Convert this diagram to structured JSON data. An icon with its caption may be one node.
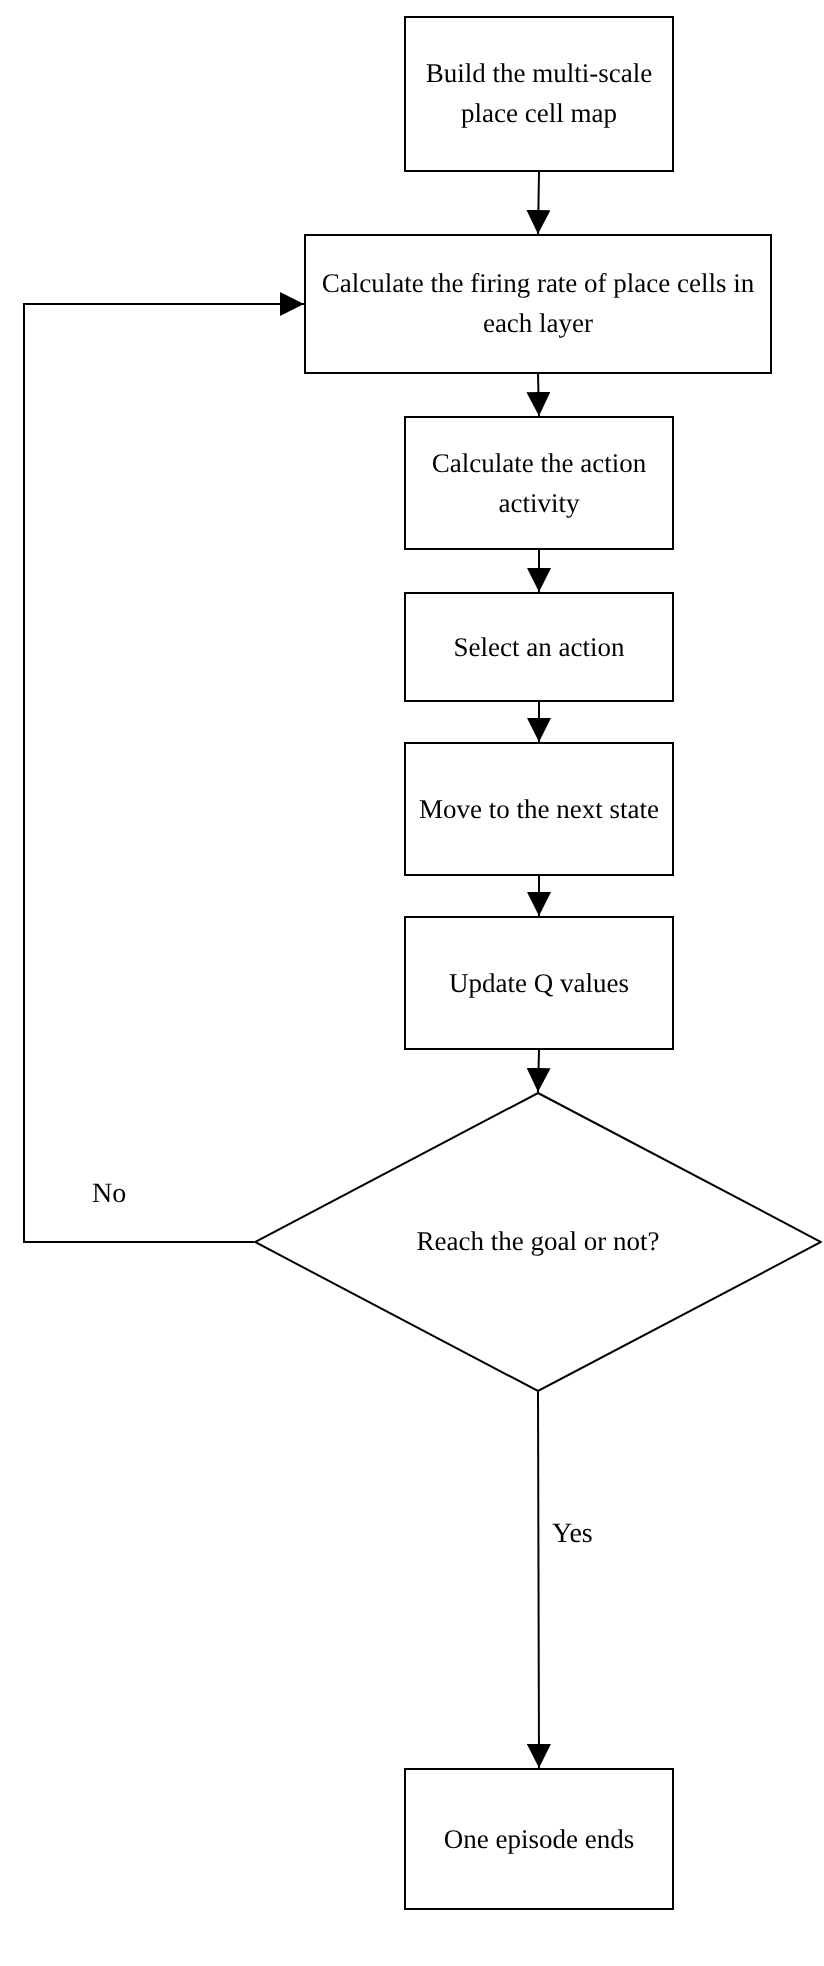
{
  "diagram": {
    "nodes": [
      {
        "text": [
          "Build the multi-scale place cell map"
        ]
      },
      {
        "text": [
          "Calculate the firing rate of place cells in each layer"
        ]
      },
      {
        "text": [
          "Calculate the action activity"
        ]
      },
      {
        "text": [
          "Select an action"
        ]
      },
      {
        "text": [
          "Move to the next state"
        ]
      },
      {
        "text": [
          "Update Q values"
        ]
      },
      {
        "text": [
          "Reach the goal or not?"
        ]
      },
      {
        "text": [
          "One episode ends"
        ]
      }
    ],
    "edges": [
      {
        "from": 0,
        "to": 1,
        "arrow": "to"
      },
      {
        "from": 1,
        "to": 2,
        "arrow": "to"
      },
      {
        "from": 2,
        "to": 3,
        "arrow": "to"
      },
      {
        "from": 3,
        "to": 4,
        "arrow": "to"
      },
      {
        "from": 4,
        "to": 5,
        "arrow": "to"
      },
      {
        "from": 5,
        "to": 6,
        "arrow": "to"
      },
      {
        "from": 6,
        "to": 1,
        "arrow": "to",
        "label": "No"
      },
      {
        "from": 6,
        "to": 7,
        "arrow": "to",
        "label": "Yes"
      }
    ]
  }
}
